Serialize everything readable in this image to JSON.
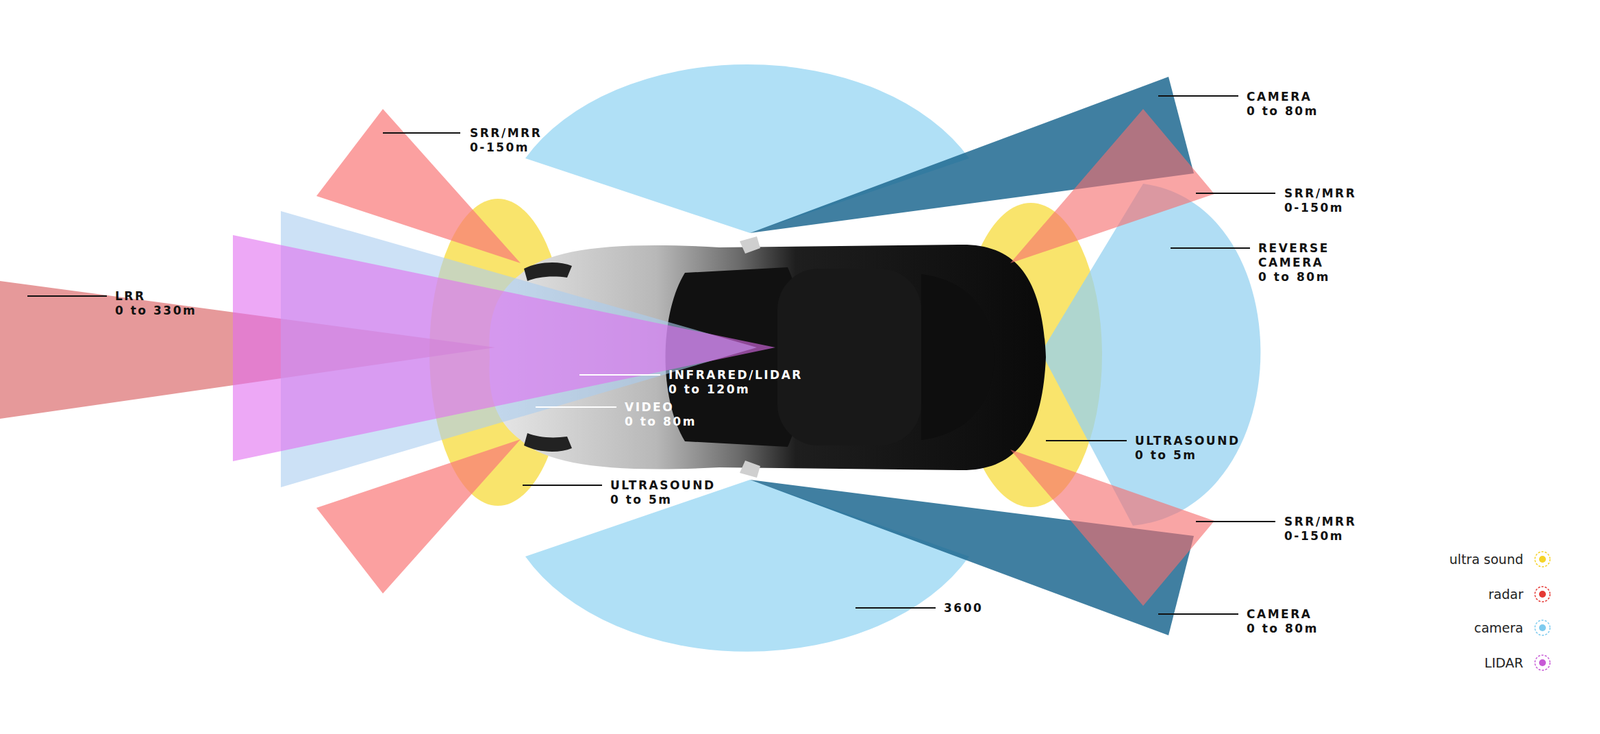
{
  "diagram": {
    "labels": [
      "SRR/MRR",
      "0-150m",
      "CAMERA",
      "0 to 80m",
      "SRR/MRR",
      "0-150m",
      "REVERSE",
      "CAMERA",
      "0 to 80m",
      "LRR",
      "0 to 330m",
      "INFRARED/LIDAR",
      "0 to 120m",
      "VIDEO",
      "0 to 80m",
      "ULTRASOUND",
      "0 to 5m",
      "ULTRASOUND",
      "0 to 5m",
      "SRR/MRR",
      "0-150m",
      "3600",
      "CAMERA",
      "0 to 80m"
    ],
    "legend": [
      {
        "text": "ultra sound",
        "color": "#f5d327"
      },
      {
        "text": "radar",
        "color": "#e53935"
      },
      {
        "text": "camera",
        "color": "#7ecbef"
      },
      {
        "text": "LIDAR",
        "color": "#c75ad6"
      }
    ]
  }
}
